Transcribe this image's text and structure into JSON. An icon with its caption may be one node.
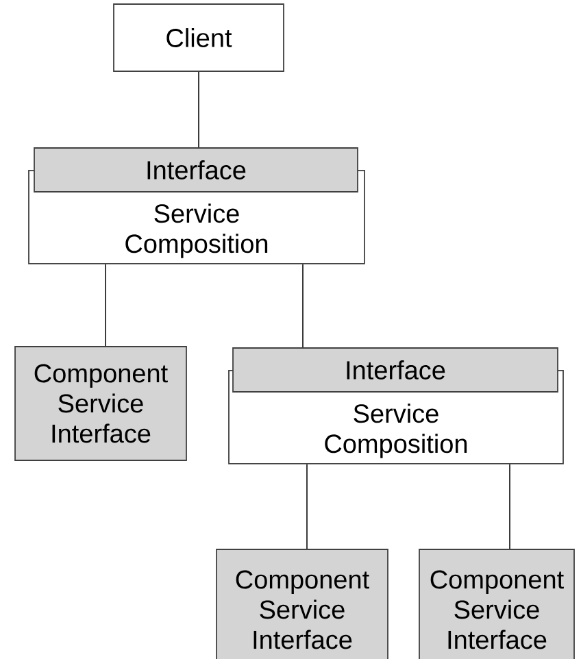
{
  "diagram": {
    "nodes": [
      {
        "text": [
          "Client"
        ]
      },
      {
        "text": [
          "Interface"
        ]
      },
      {
        "text": [
          "Service Composition"
        ]
      },
      {
        "text": [
          "Component Service Interface"
        ]
      },
      {
        "text": [
          "Interface"
        ]
      },
      {
        "text": [
          "Service Composition"
        ]
      },
      {
        "text": [
          "Component Service Interface"
        ]
      },
      {
        "text": [
          "Component Service Interface"
        ]
      }
    ],
    "edges": [
      {
        "from": 0,
        "to": 1,
        "arrow": "none"
      },
      {
        "from": 2,
        "to": 3,
        "arrow": "none"
      },
      {
        "from": 2,
        "to": 4,
        "arrow": "none"
      },
      {
        "from": 5,
        "to": 6,
        "arrow": "none"
      },
      {
        "from": 5,
        "to": 7,
        "arrow": "none"
      }
    ]
  }
}
